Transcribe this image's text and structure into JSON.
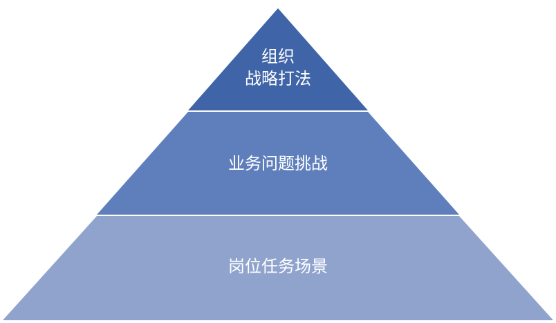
{
  "pyramid": {
    "tiers": [
      {
        "lines": [
          "组织",
          "战略打法"
        ],
        "color": "#3f64a7"
      },
      {
        "lines": [
          "业务问题挑战"
        ],
        "color": "#5f7fbc"
      },
      {
        "lines": [
          "岗位任务场景"
        ],
        "color": "#8fa3cd"
      }
    ]
  }
}
